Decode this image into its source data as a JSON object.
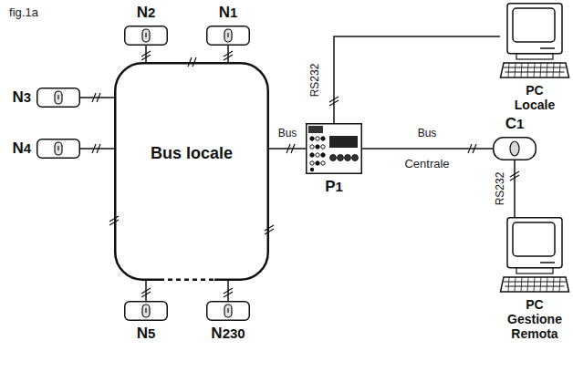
{
  "diagram": {
    "nodes": [
      {
        "text": [
          "N2"
        ]
      },
      {
        "text": [
          "N1"
        ]
      },
      {
        "text": [
          "N3"
        ]
      },
      {
        "text": [
          "N4"
        ]
      },
      {
        "text": [
          "Bus locale"
        ]
      },
      {
        "text": [
          "N5"
        ]
      },
      {
        "text": [
          "N230"
        ]
      },
      {
        "text": [
          "P1"
        ]
      },
      {
        "text": [
          "PC Locale"
        ]
      },
      {
        "text": [
          "C1"
        ]
      },
      {
        "text": [
          "PC Gestione Remota"
        ]
      }
    ],
    "edges": [
      {
        "from": 0,
        "to": 4,
        "arrow": "none"
      },
      {
        "from": 1,
        "to": 4,
        "arrow": "none"
      },
      {
        "from": 2,
        "to": 4,
        "arrow": "none"
      },
      {
        "from": 3,
        "to": 4,
        "arrow": "none"
      },
      {
        "from": 4,
        "to": 5,
        "arrow": "none"
      },
      {
        "from": 4,
        "to": 6,
        "arrow": "none"
      },
      {
        "from": 4,
        "to": 7,
        "label": "Bus",
        "arrow": "none"
      },
      {
        "from": 7,
        "to": 8,
        "label": "RS232",
        "arrow": "none"
      },
      {
        "from": 7,
        "to": 9,
        "label": "Bus",
        "arrow": "none"
      },
      {
        "from": 9,
        "to": 10,
        "label": "RS232",
        "arrow": "none"
      }
    ],
    "labels": [
      "fig.1a",
      "Centrale"
    ]
  }
}
